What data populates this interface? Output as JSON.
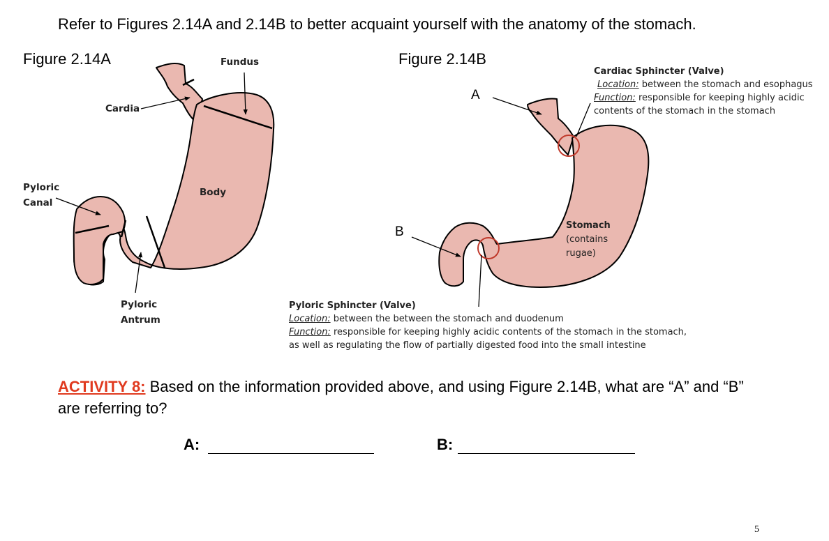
{
  "intro_text": "Refer to Figures 2.14A and 2.14B to better acquaint yourself with the anatomy of the stomach.",
  "figure_a": {
    "title": "Figure 2.14A",
    "labels": {
      "fundus": "Fundus",
      "cardia": "Cardia",
      "pyloric_canal_1": "Pyloric",
      "pyloric_canal_2": "Canal",
      "body": "Body",
      "pyloric_antrum_1": "Pyloric",
      "pyloric_antrum_2": "Antrum"
    }
  },
  "figure_b": {
    "title": "Figure 2.14B",
    "letter_a": "A",
    "letter_b": "B",
    "cardiac": {
      "heading": "Cardiac Sphincter (Valve)",
      "location_label": "Location:",
      "location_text": " between the stomach and esophagus",
      "function_label": "Function:",
      "function_text": " responsible for keeping highly acidic",
      "function_text_2": "contents of the stomach in the stomach"
    },
    "stomach_label": [
      "Stomach",
      "(contains",
      "rugae)"
    ],
    "pyloric": {
      "heading": "Pyloric Sphincter (Valve)",
      "location_label": "Location:",
      "location_text": " between the between the stomach and duodenum",
      "function_label": "Function:",
      "function_text": " responsible for keeping highly acidic contents of the stomach in the stomach,",
      "function_text_2": "as well as regulating the flow of partially digested food into the small intestine"
    }
  },
  "activity": {
    "label": "ACTIVITY 8:",
    "question": " Based on the information provided above, and using Figure 2.14B, what are “A” and “B” are referring to?",
    "answer_a_label": "A:",
    "answer_b_label": "B:"
  },
  "page_number": "5",
  "colors": {
    "stomach_fill": "#eab8b0",
    "outline": "#000000",
    "valve_circle": "#c0392b",
    "activity_accent": "#e03a1f"
  }
}
